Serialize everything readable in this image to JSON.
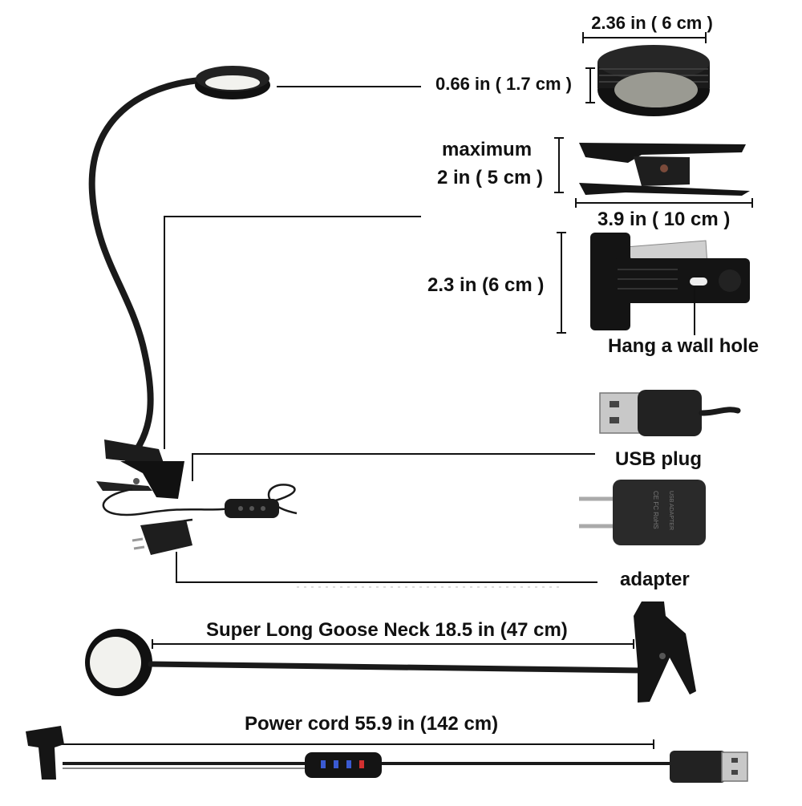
{
  "labels": {
    "head_diameter": "2.36 in ( 6 cm )",
    "head_height": "0.66 in ( 1.7 cm )",
    "clip_open_line1": "maximum",
    "clip_open_line2": "2 in ( 5 cm )",
    "clip_length": "3.9 in ( 10 cm )",
    "clip_height": "2.3 in (6 cm )",
    "wall_hole": "Hang a wall hole",
    "usb_plug": "USB plug",
    "adapter": "adapter",
    "goose_neck": "Super Long Goose Neck 18.5 in (47 cm)",
    "power_cord": "Power cord 55.9 in (142 cm)"
  },
  "product_markings": {
    "adapter_text": "USB ADAPTER",
    "adapter_certs": "CE FC RoHS"
  },
  "colors": {
    "ink": "#111111",
    "lamp_black": "#1a1a1a",
    "led_face": "#f2f2ee",
    "adapter_body": "#2a2a2a",
    "usb_metal": "#c8c8c8",
    "switch_led": "#d23030"
  },
  "icons": {
    "lamp": "gooseneck-clip-lamp-icon",
    "head": "lamp-head-icon",
    "clip": "spring-clip-icon",
    "usb": "usb-plug-icon",
    "adapter": "wall-adapter-icon",
    "switch": "inline-switch-icon"
  }
}
